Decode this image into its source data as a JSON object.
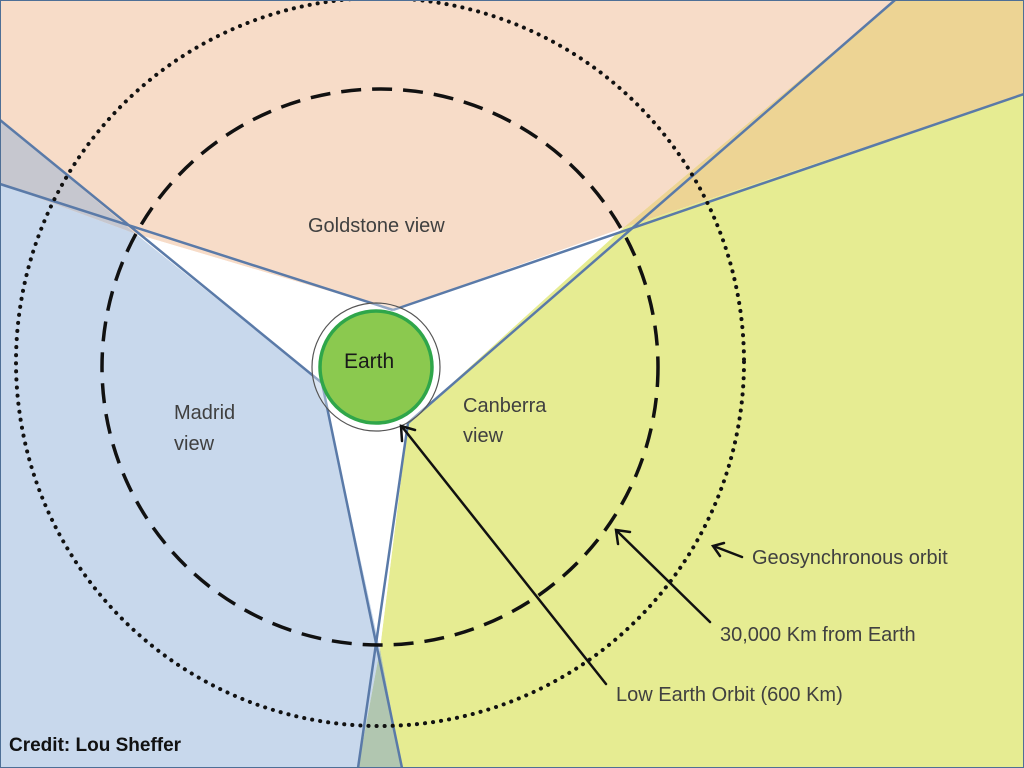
{
  "labels": {
    "earth": "Earth",
    "goldstone": "Goldstone view",
    "madrid_line1": "Madrid",
    "madrid_line2": "view",
    "canberra_line1": "Canberra",
    "canberra_line2": "view",
    "geosync": "Geosynchronous orbit",
    "km30000": "30,000 Km from Earth",
    "leo": "Low Earth Orbit (600 Km)",
    "credit": "Credit: Lou Sheffer"
  },
  "colors": {
    "goldstone_region": "#f7dcc8",
    "madrid_region": "#c8d8ec",
    "canberra_region": "#e6ec92",
    "overlap_goldstone_madrid": "#c6c7cf",
    "overlap_goldstone_canberra": "#edd494",
    "overlap_madrid_canberra": "#b1c6b0",
    "boundary_line": "#5a7aa8",
    "earth_fill": "#8bc94f",
    "earth_stroke": "#2fa64a"
  }
}
